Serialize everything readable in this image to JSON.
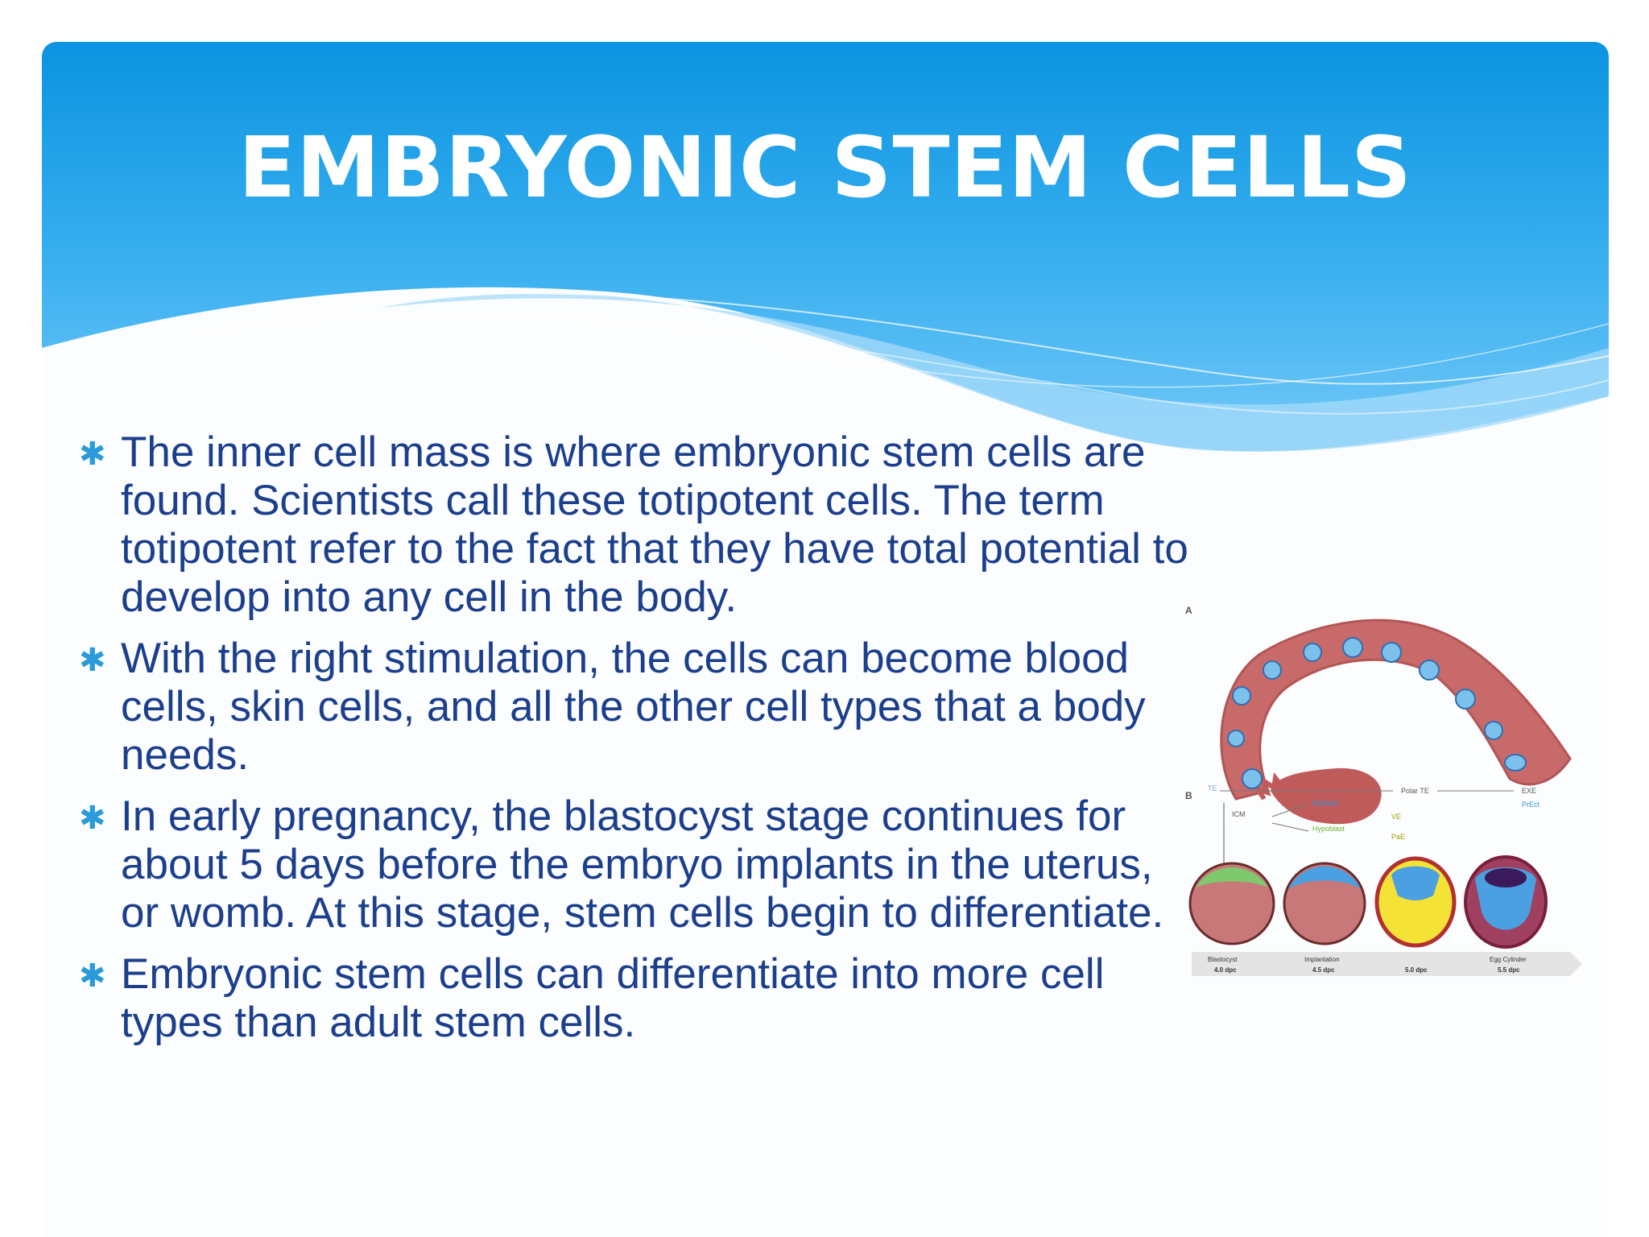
{
  "slide": {
    "title": "EMBRYONIC STEM CELLS",
    "bullets": [
      "The inner cell mass is where embryonic stem cells are found. Scientists call these totipotent cells. The term totipotent refer to the fact that they have total potential to develop into any cell in the body.",
      "With the right stimulation, the cells can become blood cells, skin cells, and all the other cell types that a body needs.",
      "In early pregnancy, the blastocyst stage continues for about 5 days before the embryo implants in the uterus, or womb. At this stage, stem cells begin to differentiate.",
      "Embryonic stem cells can differentiate into more cell types than adult stem cells."
    ],
    "bullet_icon": "asterisk-icon"
  },
  "figure": {
    "panel_labels": [
      "A",
      "B"
    ],
    "lineage_labels": [
      "TE",
      "Polar TE",
      "EXE",
      "ICM",
      "Epiblast",
      "PrEct",
      "Hypoblast",
      "VE",
      "PaE"
    ],
    "stages": [
      "Blastocyst",
      "Implantation",
      "",
      "Egg Cylinder"
    ],
    "stage_days": [
      "4.0 dpc",
      "4.5 dpc",
      "5.0 dpc",
      "5.5 dpc"
    ]
  },
  "colors": {
    "header_blue": "#0d96e0",
    "title_text": "#ffffff",
    "body_text": "#1b3f8c",
    "bullet_accent": "#2a9ad8"
  }
}
